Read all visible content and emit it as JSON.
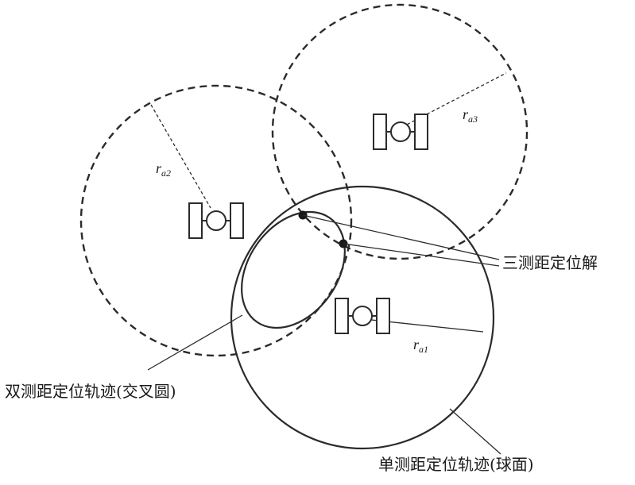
{
  "labels": {
    "three_range_solution": "三测距定位解",
    "dual_range_trajectory": "双测距定位轨迹(交叉圆)",
    "single_range_trajectory": "单测距定位轨迹(球面)"
  },
  "radii": {
    "r1": {
      "main": "r",
      "sub": "a1"
    },
    "r2": {
      "main": "r",
      "sub": "a2"
    },
    "r3": {
      "main": "r",
      "sub": "a3"
    }
  },
  "colors": {
    "stroke": "#2b2b2b",
    "background": "#ffffff"
  },
  "icons": [
    "satellite-icon",
    "satellite-icon",
    "satellite-icon"
  ]
}
